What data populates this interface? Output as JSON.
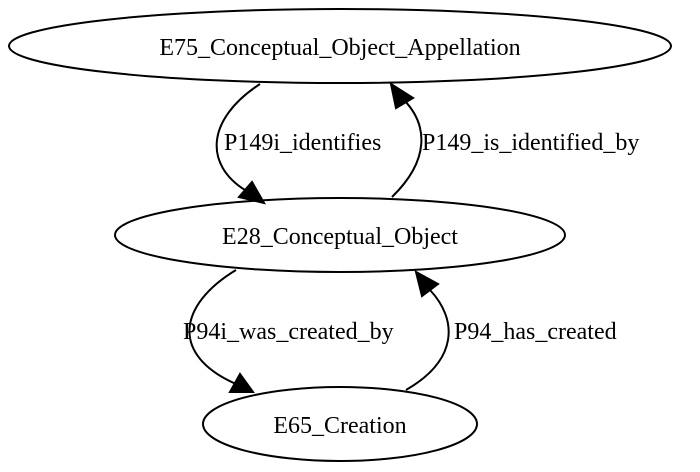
{
  "diagram": {
    "nodes": {
      "appellation": "E75_Conceptual_Object_Appellation",
      "conceptual_object": "E28_Conceptual_Object",
      "creation": "E65_Creation"
    },
    "edges": {
      "p149i": "P149i_identifies",
      "p149": "P149_is_identified_by",
      "p94i": "P94i_was_created_by",
      "p94": "P94_has_created"
    }
  }
}
